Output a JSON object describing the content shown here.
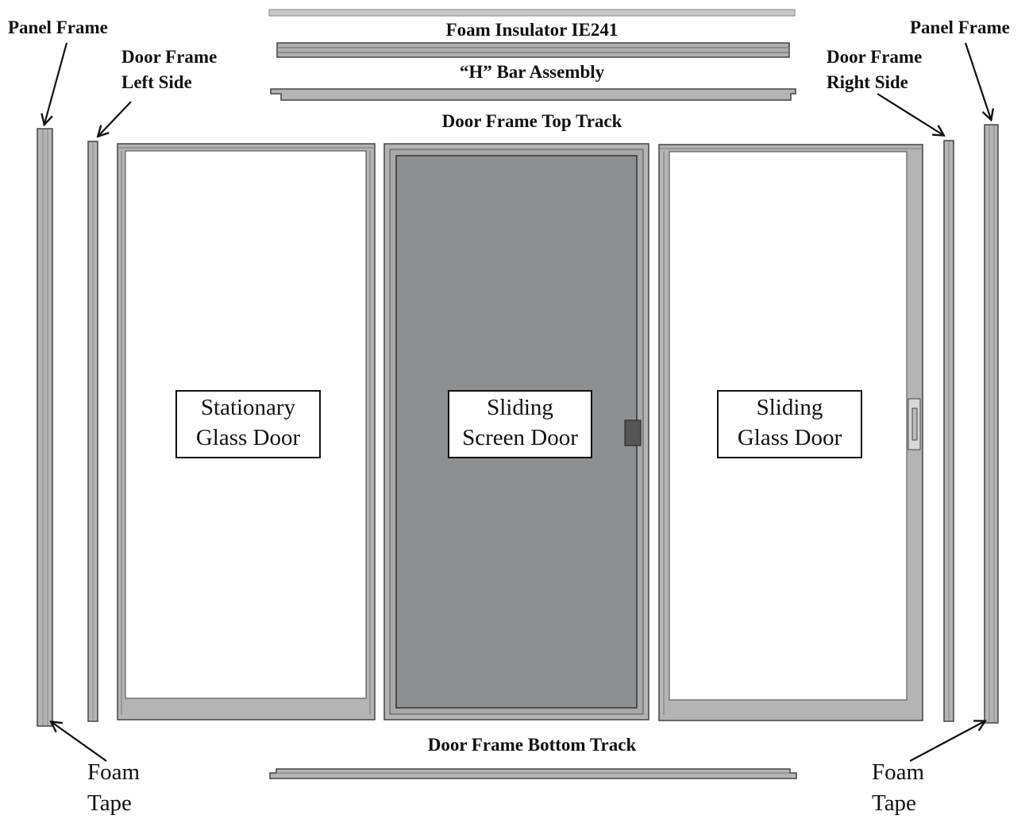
{
  "labels": {
    "panel_frame_left": "Panel Frame",
    "panel_frame_right": "Panel Frame",
    "door_frame_left_line1": "Door Frame",
    "door_frame_left_line2": "Left Side",
    "door_frame_right_line1": "Door Frame",
    "door_frame_right_line2": "Right Side",
    "foam_insulator": "Foam Insulator IE241",
    "h_bar": "“H” Bar Assembly",
    "top_track": "Door Frame Top Track",
    "bottom_track": "Door Frame Bottom Track",
    "foam_tape_left_line1": "Foam",
    "foam_tape_left_line2": "Tape",
    "foam_tape_right_line1": "Foam",
    "foam_tape_right_line2": "Tape"
  },
  "doors": {
    "stationary_line1": "Stationary",
    "stationary_line2": "Glass Door",
    "screen_line1": "Sliding",
    "screen_line2": "Screen Door",
    "sliding_glass_line1": "Sliding",
    "sliding_glass_line2": "Glass Door"
  },
  "colors": {
    "frame_gray": "#b4b4b4",
    "screen_gray": "#8e8f91",
    "outline": "#444444"
  }
}
